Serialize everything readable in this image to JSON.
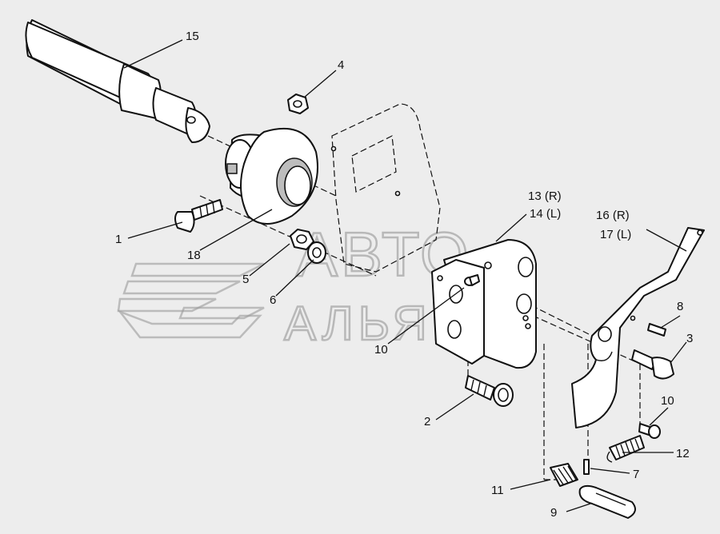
{
  "watermark": {
    "line1": "АВТО",
    "line2": "АЛЬЯНС"
  },
  "callouts": [
    {
      "id": "15",
      "text": "15"
    },
    {
      "id": "4",
      "text": "4"
    },
    {
      "id": "1",
      "text": "1"
    },
    {
      "id": "18",
      "text": "18"
    },
    {
      "id": "5",
      "text": "5"
    },
    {
      "id": "6",
      "text": "6"
    },
    {
      "id": "13r",
      "text": "13 (R)"
    },
    {
      "id": "14l",
      "text": "14 (L)"
    },
    {
      "id": "16r",
      "text": "16 (R)"
    },
    {
      "id": "17l",
      "text": "17 (L)"
    },
    {
      "id": "8",
      "text": "8"
    },
    {
      "id": "3",
      "text": "3"
    },
    {
      "id": "10a",
      "text": "10"
    },
    {
      "id": "10b",
      "text": "10"
    },
    {
      "id": "2",
      "text": "2"
    },
    {
      "id": "12",
      "text": "12"
    },
    {
      "id": "11",
      "text": "11"
    },
    {
      "id": "7",
      "text": "7"
    },
    {
      "id": "9",
      "text": "9"
    }
  ]
}
